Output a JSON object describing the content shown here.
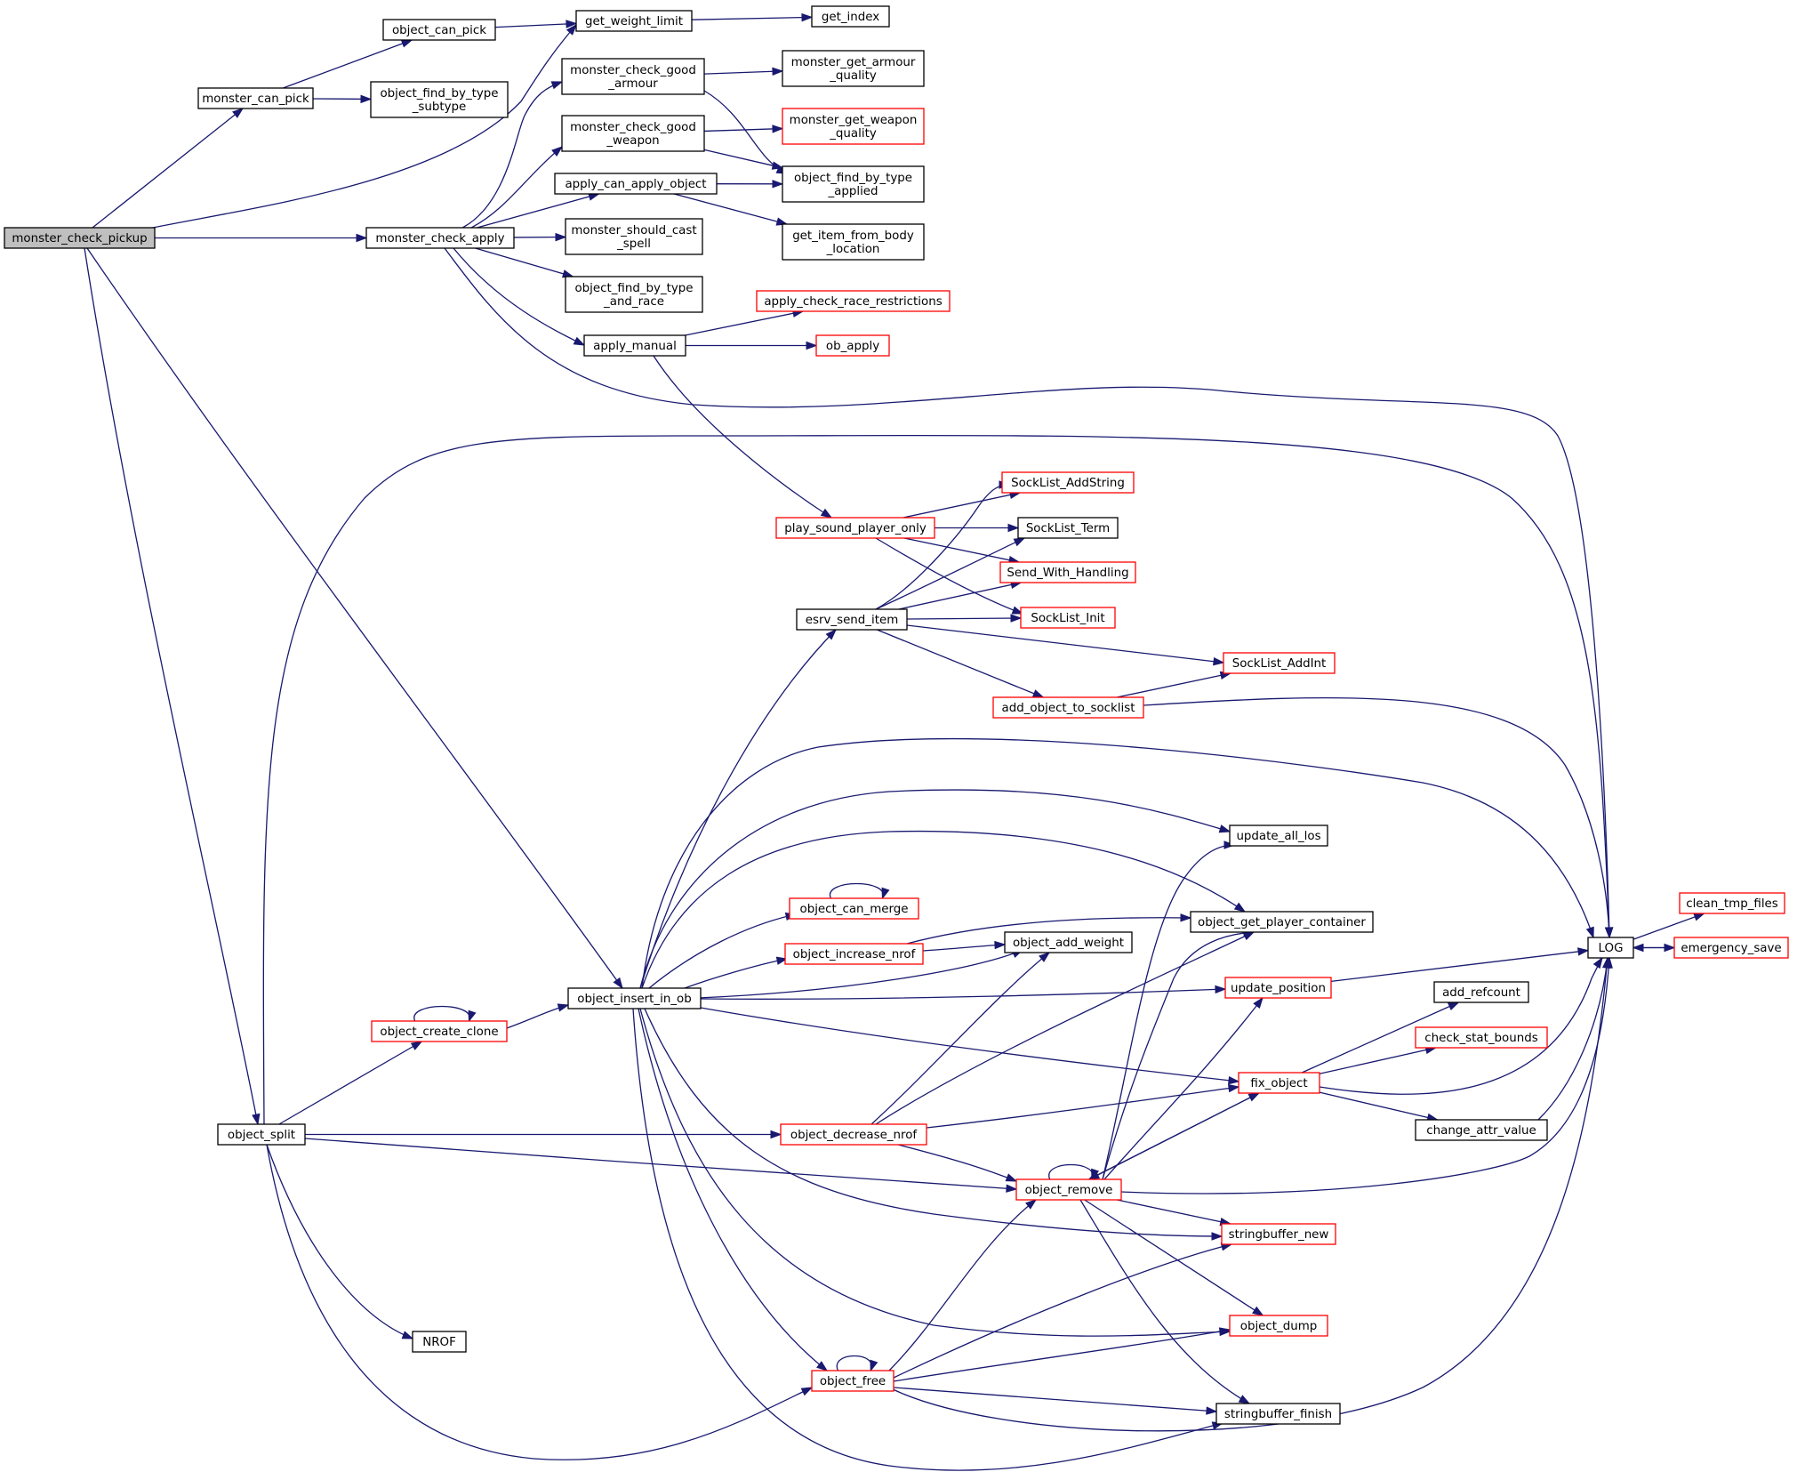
{
  "colors": {
    "edge": "#191970",
    "root_fill": "#bfbfbf",
    "node_fill": "#ffffff",
    "border_black": "#000000",
    "border_red": "#ff0000"
  },
  "nodes": [
    {
      "id": "monster_check_pickup",
      "lines": [
        "monster_check_pickup"
      ],
      "border": "black",
      "root": true
    },
    {
      "id": "get_weight_limit",
      "lines": [
        "get_weight_limit"
      ],
      "border": "black"
    },
    {
      "id": "get_index",
      "lines": [
        "get_index"
      ],
      "border": "black"
    },
    {
      "id": "monster_can_pick",
      "lines": [
        "monster_can_pick"
      ],
      "border": "black"
    },
    {
      "id": "object_can_pick",
      "lines": [
        "object_can_pick"
      ],
      "border": "black"
    },
    {
      "id": "object_find_by_type_subtype",
      "lines": [
        "object_find_by_type",
        "_subtype"
      ],
      "border": "black"
    },
    {
      "id": "monster_check_apply",
      "lines": [
        "monster_check_apply"
      ],
      "border": "black"
    },
    {
      "id": "apply_can_apply_object",
      "lines": [
        "apply_can_apply_object"
      ],
      "border": "black"
    },
    {
      "id": "get_item_from_body_location",
      "lines": [
        "get_item_from_body",
        "_location"
      ],
      "border": "black"
    },
    {
      "id": "object_find_by_type_applied",
      "lines": [
        "object_find_by_type",
        "_applied"
      ],
      "border": "black"
    },
    {
      "id": "apply_manual",
      "lines": [
        "apply_manual"
      ],
      "border": "black"
    },
    {
      "id": "apply_check_race_restrictions",
      "lines": [
        "apply_check_race_restrictions"
      ],
      "border": "red"
    },
    {
      "id": "ob_apply",
      "lines": [
        "ob_apply"
      ],
      "border": "red"
    },
    {
      "id": "play_sound_player_only",
      "lines": [
        "play_sound_player_only"
      ],
      "border": "red"
    },
    {
      "id": "SockList_AddString",
      "lines": [
        "SockList_AddString"
      ],
      "border": "red"
    },
    {
      "id": "SockList_Init",
      "lines": [
        "SockList_Init"
      ],
      "border": "red"
    },
    {
      "id": "SockList_Term",
      "lines": [
        "SockList_Term"
      ],
      "border": "black"
    },
    {
      "id": "Send_With_Handling",
      "lines": [
        "Send_With_Handling"
      ],
      "border": "red"
    },
    {
      "id": "LOG",
      "lines": [
        "LOG"
      ],
      "border": "black"
    },
    {
      "id": "clean_tmp_files",
      "lines": [
        "clean_tmp_files"
      ],
      "border": "red"
    },
    {
      "id": "emergency_save",
      "lines": [
        "emergency_save"
      ],
      "border": "red"
    },
    {
      "id": "monster_check_good_armour",
      "lines": [
        "monster_check_good",
        "_armour"
      ],
      "border": "black"
    },
    {
      "id": "monster_get_armour_quality",
      "lines": [
        "monster_get_armour",
        "_quality"
      ],
      "border": "black"
    },
    {
      "id": "monster_check_good_weapon",
      "lines": [
        "monster_check_good",
        "_weapon"
      ],
      "border": "black"
    },
    {
      "id": "monster_get_weapon_quality",
      "lines": [
        "monster_get_weapon",
        "_quality"
      ],
      "border": "red"
    },
    {
      "id": "monster_should_cast_spell",
      "lines": [
        "monster_should_cast",
        "_spell"
      ],
      "border": "black"
    },
    {
      "id": "object_find_by_type_and_race",
      "lines": [
        "object_find_by_type",
        "_and_race"
      ],
      "border": "black"
    },
    {
      "id": "object_insert_in_ob",
      "lines": [
        "object_insert_in_ob"
      ],
      "border": "black"
    },
    {
      "id": "esrv_send_item",
      "lines": [
        "esrv_send_item"
      ],
      "border": "black"
    },
    {
      "id": "add_object_to_socklist",
      "lines": [
        "add_object_to_socklist"
      ],
      "border": "red"
    },
    {
      "id": "SockList_AddInt",
      "lines": [
        "SockList_AddInt"
      ],
      "border": "red"
    },
    {
      "id": "fix_object",
      "lines": [
        "fix_object"
      ],
      "border": "red"
    },
    {
      "id": "add_refcount",
      "lines": [
        "add_refcount"
      ],
      "border": "black"
    },
    {
      "id": "change_attr_value",
      "lines": [
        "change_attr_value"
      ],
      "border": "black"
    },
    {
      "id": "check_stat_bounds",
      "lines": [
        "check_stat_bounds"
      ],
      "border": "red"
    },
    {
      "id": "object_add_weight",
      "lines": [
        "object_add_weight"
      ],
      "border": "black"
    },
    {
      "id": "object_can_merge",
      "lines": [
        "object_can_merge"
      ],
      "border": "red"
    },
    {
      "id": "object_dump",
      "lines": [
        "object_dump"
      ],
      "border": "red"
    },
    {
      "id": "object_free",
      "lines": [
        "object_free"
      ],
      "border": "red"
    },
    {
      "id": "object_remove",
      "lines": [
        "object_remove"
      ],
      "border": "red"
    },
    {
      "id": "object_get_player_container",
      "lines": [
        "object_get_player_container"
      ],
      "border": "black"
    },
    {
      "id": "stringbuffer_finish",
      "lines": [
        "stringbuffer_finish"
      ],
      "border": "black"
    },
    {
      "id": "stringbuffer_new",
      "lines": [
        "stringbuffer_new"
      ],
      "border": "red"
    },
    {
      "id": "update_all_los",
      "lines": [
        "update_all_los"
      ],
      "border": "black"
    },
    {
      "id": "update_position",
      "lines": [
        "update_position"
      ],
      "border": "red"
    },
    {
      "id": "object_increase_nrof",
      "lines": [
        "object_increase_nrof"
      ],
      "border": "red"
    },
    {
      "id": "object_split",
      "lines": [
        "object_split"
      ],
      "border": "black"
    },
    {
      "id": "object_create_clone",
      "lines": [
        "object_create_clone"
      ],
      "border": "red"
    },
    {
      "id": "object_decrease_nrof",
      "lines": [
        "object_decrease_nrof"
      ],
      "border": "red"
    },
    {
      "id": "NROF",
      "lines": [
        "NROF"
      ],
      "border": "black"
    }
  ],
  "edges": [
    [
      "monster_check_pickup",
      "get_weight_limit"
    ],
    [
      "monster_check_pickup",
      "monster_can_pick"
    ],
    [
      "monster_check_pickup",
      "monster_check_apply"
    ],
    [
      "monster_check_pickup",
      "object_insert_in_ob"
    ],
    [
      "monster_check_pickup",
      "object_split"
    ],
    [
      "get_weight_limit",
      "get_index"
    ],
    [
      "monster_can_pick",
      "object_can_pick"
    ],
    [
      "monster_can_pick",
      "object_find_by_type_subtype"
    ],
    [
      "object_can_pick",
      "get_weight_limit"
    ],
    [
      "monster_check_apply",
      "apply_can_apply_object"
    ],
    [
      "monster_check_apply",
      "apply_manual"
    ],
    [
      "monster_check_apply",
      "LOG"
    ],
    [
      "monster_check_apply",
      "monster_check_good_armour"
    ],
    [
      "monster_check_apply",
      "monster_check_good_weapon"
    ],
    [
      "monster_check_apply",
      "monster_should_cast_spell"
    ],
    [
      "monster_check_apply",
      "object_find_by_type_and_race"
    ],
    [
      "apply_can_apply_object",
      "get_item_from_body_location"
    ],
    [
      "apply_can_apply_object",
      "object_find_by_type_applied"
    ],
    [
      "apply_manual",
      "apply_check_race_restrictions"
    ],
    [
      "apply_manual",
      "ob_apply"
    ],
    [
      "apply_manual",
      "play_sound_player_only"
    ],
    [
      "play_sound_player_only",
      "SockList_AddString"
    ],
    [
      "play_sound_player_only",
      "SockList_Init"
    ],
    [
      "play_sound_player_only",
      "SockList_Term"
    ],
    [
      "play_sound_player_only",
      "Send_With_Handling"
    ],
    [
      "LOG",
      "clean_tmp_files"
    ],
    [
      "LOG",
      "emergency_save"
    ],
    [
      "emergency_save",
      "LOG"
    ],
    [
      "monster_check_good_armour",
      "monster_get_armour_quality"
    ],
    [
      "monster_check_good_armour",
      "object_find_by_type_applied"
    ],
    [
      "monster_check_good_weapon",
      "monster_get_weapon_quality"
    ],
    [
      "monster_check_good_weapon",
      "object_find_by_type_applied"
    ],
    [
      "object_insert_in_ob",
      "esrv_send_item"
    ],
    [
      "object_insert_in_ob",
      "fix_object"
    ],
    [
      "object_insert_in_ob",
      "LOG"
    ],
    [
      "object_insert_in_ob",
      "object_add_weight"
    ],
    [
      "object_insert_in_ob",
      "object_can_merge"
    ],
    [
      "object_insert_in_ob",
      "object_dump"
    ],
    [
      "object_insert_in_ob",
      "object_free"
    ],
    [
      "object_insert_in_ob",
      "object_get_player_container"
    ],
    [
      "object_insert_in_ob",
      "object_increase_nrof"
    ],
    [
      "object_insert_in_ob",
      "stringbuffer_finish"
    ],
    [
      "object_insert_in_ob",
      "stringbuffer_new"
    ],
    [
      "object_insert_in_ob",
      "update_all_los"
    ],
    [
      "object_insert_in_ob",
      "update_position"
    ],
    [
      "esrv_send_item",
      "add_object_to_socklist"
    ],
    [
      "esrv_send_item",
      "SockList_AddInt"
    ],
    [
      "esrv_send_item",
      "SockList_AddString"
    ],
    [
      "esrv_send_item",
      "SockList_Init"
    ],
    [
      "esrv_send_item",
      "SockList_Term"
    ],
    [
      "esrv_send_item",
      "Send_With_Handling"
    ],
    [
      "add_object_to_socklist",
      "LOG"
    ],
    [
      "add_object_to_socklist",
      "SockList_AddInt"
    ],
    [
      "fix_object",
      "add_refcount"
    ],
    [
      "fix_object",
      "change_attr_value"
    ],
    [
      "fix_object",
      "check_stat_bounds"
    ],
    [
      "fix_object",
      "LOG"
    ],
    [
      "fix_object",
      "object_remove"
    ],
    [
      "change_attr_value",
      "LOG"
    ],
    [
      "object_can_merge",
      "object_can_merge"
    ],
    [
      "object_free",
      "LOG"
    ],
    [
      "object_free",
      "object_dump"
    ],
    [
      "object_free",
      "object_free"
    ],
    [
      "object_free",
      "object_remove"
    ],
    [
      "object_free",
      "stringbuffer_finish"
    ],
    [
      "object_free",
      "stringbuffer_new"
    ],
    [
      "object_remove",
      "fix_object"
    ],
    [
      "object_remove",
      "LOG"
    ],
    [
      "object_remove",
      "object_dump"
    ],
    [
      "object_remove",
      "object_get_player_container"
    ],
    [
      "object_remove",
      "object_remove"
    ],
    [
      "object_remove",
      "stringbuffer_finish"
    ],
    [
      "object_remove",
      "stringbuffer_new"
    ],
    [
      "object_remove",
      "update_all_los"
    ],
    [
      "object_remove",
      "update_position"
    ],
    [
      "update_position",
      "LOG"
    ],
    [
      "object_increase_nrof",
      "object_add_weight"
    ],
    [
      "object_increase_nrof",
      "object_get_player_container"
    ],
    [
      "object_split",
      "LOG"
    ],
    [
      "object_split",
      "NROF"
    ],
    [
      "object_split",
      "object_create_clone"
    ],
    [
      "object_split",
      "object_decrease_nrof"
    ],
    [
      "object_split",
      "object_free"
    ],
    [
      "object_split",
      "object_remove"
    ],
    [
      "object_create_clone",
      "object_create_clone"
    ],
    [
      "object_create_clone",
      "object_insert_in_ob"
    ],
    [
      "object_decrease_nrof",
      "fix_object"
    ],
    [
      "object_decrease_nrof",
      "object_add_weight"
    ],
    [
      "object_decrease_nrof",
      "object_get_player_container"
    ],
    [
      "object_decrease_nrof",
      "object_remove"
    ]
  ]
}
